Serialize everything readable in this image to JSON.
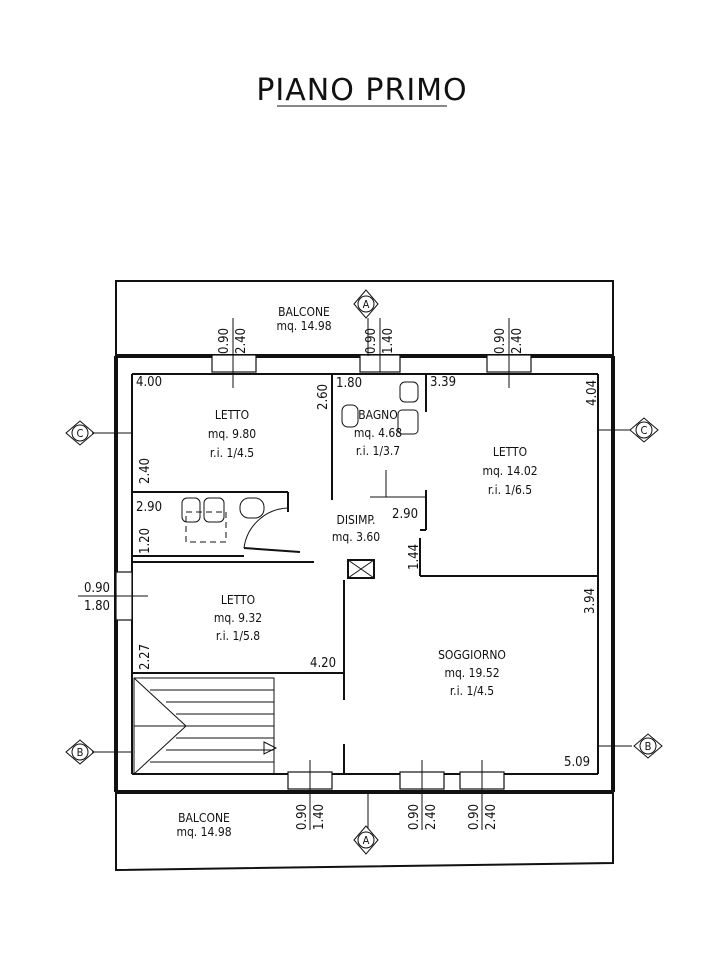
{
  "title": "PIANO PRIMO",
  "rooms": {
    "balcone_top": {
      "name": "BALCONE",
      "area": "mq. 14.98"
    },
    "letto_a": {
      "name": "LETTO",
      "area": "mq. 9.80",
      "ri": "r.i. 1/4.5"
    },
    "bagno": {
      "name": "BAGNO",
      "area": "mq. 4.68",
      "ri": "r.i. 1/3.7"
    },
    "letto_b": {
      "name": "LETTO",
      "area": "mq. 14.02",
      "ri": "r.i. 1/6.5"
    },
    "disimp": {
      "name": "DISIMP.",
      "area": "mq. 3.60"
    },
    "letto_c": {
      "name": "LETTO",
      "area": "mq. 9.32",
      "ri": "r.i. 1/5.8"
    },
    "soggiorno": {
      "name": "SOGGIORNO",
      "area": "mq. 19.52",
      "ri": "r.i. 1/4.5"
    },
    "balcone_bottom": {
      "name": "BALCONE",
      "area": "mq. 14.98"
    }
  },
  "dimensions": {
    "d400": "4.00",
    "d260": "2.60",
    "d180": "1.80",
    "d339": "3.39",
    "d404": "4.04",
    "d240a": "2.40",
    "d290a": "2.90",
    "d120": "1.20",
    "d290b": "2.90",
    "d144": "1.44",
    "d394": "3.94",
    "d227": "2.27",
    "d420": "4.20",
    "d509": "5.09"
  },
  "windows": {
    "top1": [
      "0.90",
      "2.40"
    ],
    "top2": [
      "0.90",
      "1.40"
    ],
    "top3": [
      "0.90",
      "2.40"
    ],
    "left": [
      "0.90",
      "1.80"
    ],
    "bot1": [
      "0.90",
      "1.40"
    ],
    "bot2": [
      "0.90",
      "2.40"
    ],
    "bot3": [
      "0.90",
      "2.40"
    ]
  },
  "sections": {
    "a": "A",
    "b": "B",
    "c": "C"
  }
}
